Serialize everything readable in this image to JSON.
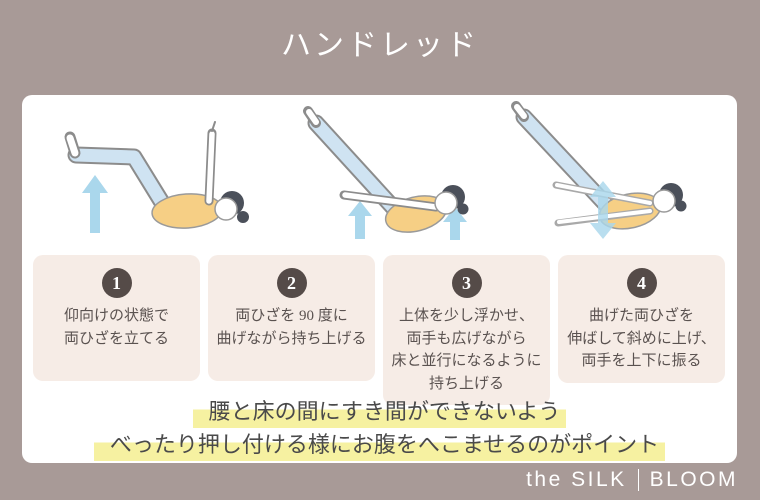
{
  "title": "ハンドレッド",
  "steps": [
    {
      "number": "1",
      "lines": [
        "仰向けの状態で",
        "両ひざを立てる"
      ]
    },
    {
      "number": "2",
      "lines": [
        "両ひざを 90 度に",
        "曲げながら持ち上げる"
      ]
    },
    {
      "number": "3",
      "lines": [
        "上体を少し浮かせ、",
        "両手も広げながら",
        "床と並行になるように",
        "持ち上げる"
      ]
    },
    {
      "number": "4",
      "lines": [
        "曲げた両ひざを",
        "伸ばして斜めに上げ、",
        "両手を上下に振る"
      ]
    }
  ],
  "point": {
    "line1": "腰と床の間にすき間ができないよう",
    "line2": "べったり押し付ける様にお腹をへこませるのがポイント"
  },
  "brand": {
    "name_left": "the SILK",
    "separator": "|",
    "name_right": "BLOOM"
  },
  "icons": {
    "figure1_arrow": "up-arrow-icon",
    "figure2_arrows": [
      "up-arrow-icon",
      "up-arrow-icon"
    ],
    "figure3_arrow": "up-down-arrow-icon"
  },
  "colors": {
    "background": "#a89a97",
    "card": "#ffffff",
    "step_box": "#f6ece6",
    "number_circle": "#554b48",
    "step_text": "#5a5250",
    "title_text": "#ffffff",
    "highlight": "#f6f1a1",
    "point_text": "#4a4a4a",
    "arrow_blue": "#aad7ec",
    "figure_top": "#f6cf85",
    "figure_legs": "#cfe3f2",
    "figure_hair": "#4b505a",
    "brand_text": "#ffffff"
  }
}
